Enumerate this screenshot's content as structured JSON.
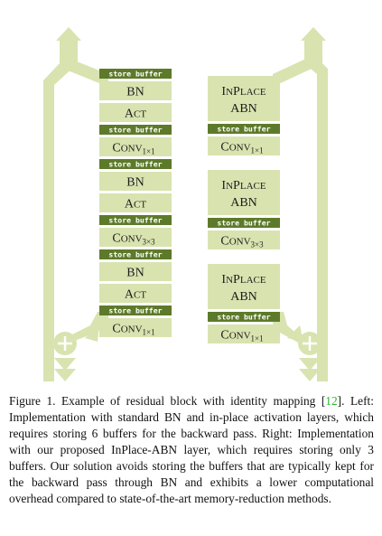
{
  "colors": {
    "pipe": "#d8e3b0",
    "block": "#d8e3b0",
    "buffer": "#5d7a2a",
    "text": "#1c1c1c",
    "ref": "#2bb52b"
  },
  "left_column": {
    "blocks": [
      {
        "kind": "buffer",
        "label": "store buffer"
      },
      {
        "kind": "layer",
        "label": "BN"
      },
      {
        "kind": "layer",
        "label": "Act"
      },
      {
        "kind": "buffer",
        "label": "store buffer"
      },
      {
        "kind": "conv",
        "label": "Conv",
        "sub": "1×1"
      },
      {
        "kind": "buffer",
        "label": "store buffer"
      },
      {
        "kind": "layer",
        "label": "BN"
      },
      {
        "kind": "layer",
        "label": "Act"
      },
      {
        "kind": "buffer",
        "label": "store buffer"
      },
      {
        "kind": "conv",
        "label": "Conv",
        "sub": "3×3"
      },
      {
        "kind": "buffer",
        "label": "store buffer"
      },
      {
        "kind": "layer",
        "label": "BN"
      },
      {
        "kind": "layer",
        "label": "Act"
      },
      {
        "kind": "buffer",
        "label": "store buffer"
      },
      {
        "kind": "conv",
        "label": "Conv",
        "sub": "1×1"
      }
    ]
  },
  "right_column": {
    "blocks": [
      {
        "kind": "inplace",
        "line1": "InPlace",
        "line2": "ABN"
      },
      {
        "kind": "buffer",
        "label": "store buffer"
      },
      {
        "kind": "conv",
        "label": "Conv",
        "sub": "1×1"
      },
      {
        "kind": "inplace",
        "line1": "InPlace",
        "line2": "ABN"
      },
      {
        "kind": "buffer",
        "label": "store buffer"
      },
      {
        "kind": "conv",
        "label": "Conv",
        "sub": "3×3"
      },
      {
        "kind": "inplace",
        "line1": "InPlace",
        "line2": "ABN"
      },
      {
        "kind": "buffer",
        "label": "store buffer"
      },
      {
        "kind": "conv",
        "label": "Conv",
        "sub": "1×1"
      }
    ]
  },
  "caption": {
    "prefix": "Figure 1. Example of residual block with identity mapping [",
    "ref": "12",
    "suffix": "]. Left: Implementation with standard BN and in-place activation layers, which requires storing 6 buffers for the backward pass. Right: Implementation with our proposed InPlace-ABN layer, which requires storing only 3 buffers. Our solution avoids storing the buffers that are typically kept for the backward pass through BN and exhibits a lower computational overhead compared to state-of-the-art memory-reduction methods."
  }
}
